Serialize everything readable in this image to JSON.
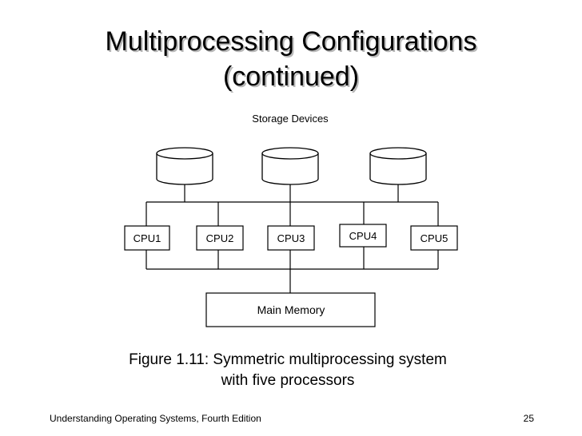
{
  "slide": {
    "title_line1": "Multiprocessing Configurations",
    "title_line2": "(continued)",
    "caption_line1": "Figure 1.11: Symmetric multiprocessing system",
    "caption_line2": "with five processors",
    "footer_text": "Understanding Operating Systems, Fourth Edition",
    "page_number": "25"
  },
  "diagram": {
    "storage_label": "Storage Devices",
    "cpus": [
      "CPU1",
      "CPU2",
      "CPU3",
      "CPU4",
      "CPU5"
    ],
    "memory_label": "Main Memory"
  }
}
